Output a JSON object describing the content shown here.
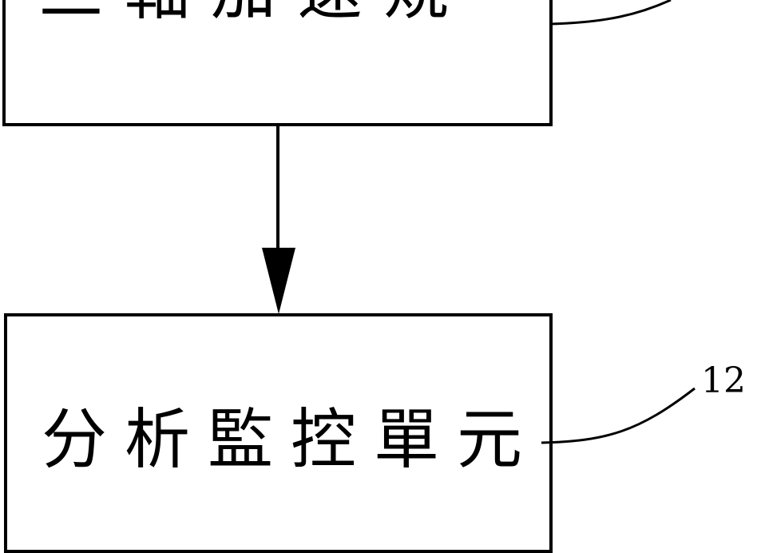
{
  "blocks": [
    {
      "text": "三軸加速規"
    },
    {
      "text": "分析監控單元",
      "ref": "12"
    }
  ]
}
